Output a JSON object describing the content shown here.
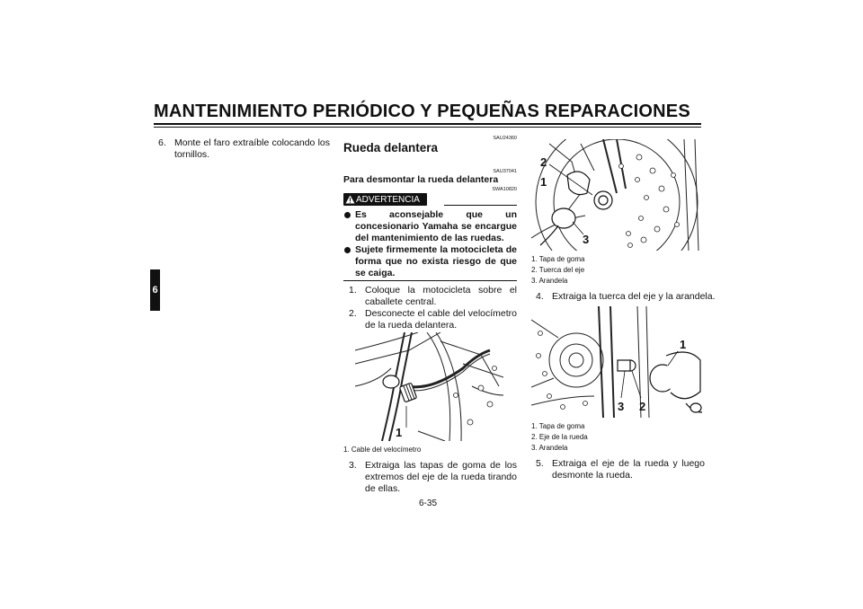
{
  "header": {
    "title": "MANTENIMIENTO PERIÓDICO Y PEQUEÑAS REPARACIONES"
  },
  "chapter_tab": "6",
  "left_column": {
    "step6": {
      "num": "6.",
      "text": "Monte el faro extraíble colocando los tornillos."
    }
  },
  "middle_column": {
    "code1": "SAU24360",
    "section_title": "Rueda delantera",
    "code2": "SAU37041",
    "subtitle": "Para desmontar la rueda delantera",
    "code3": "SWA10820",
    "warning_label": "ADVERTENCIA",
    "bullets": [
      "Es aconsejable que un concesionario Yamaha se encargue del mantenimiento de las ruedas.",
      "Sujete firmemente la motocicleta de forma que no exista riesgo de que se caiga."
    ],
    "steps": [
      {
        "num": "1.",
        "text": "Coloque la motocicleta sobre el caballete central."
      },
      {
        "num": "2.",
        "text": "Desconecte el cable del velocímetro de la rueda delantera."
      }
    ],
    "figure1": {
      "callout": "1",
      "caption": "1. Cable del velocímetro"
    },
    "step3": {
      "num": "3.",
      "text": "Extraiga las tapas de goma de los extremos del eje de la rueda tirando de ellas."
    }
  },
  "right_column": {
    "figure2": {
      "callouts": [
        "2",
        "1",
        "3"
      ],
      "captions": [
        "1. Tapa de goma",
        "2. Tuerca del eje",
        "3. Arandela"
      ]
    },
    "step4": {
      "num": "4.",
      "text": "Extraiga la tuerca del eje y la arandela."
    },
    "figure3": {
      "callouts": [
        "1",
        "3",
        "2"
      ],
      "captions": [
        "1. Tapa de goma",
        "2. Eje de la rueda",
        "3. Arandela"
      ]
    },
    "step5": {
      "num": "5.",
      "text": "Extraiga el eje de la rueda y luego desmonte la rueda."
    }
  },
  "footer": {
    "page_number": "6-35"
  }
}
